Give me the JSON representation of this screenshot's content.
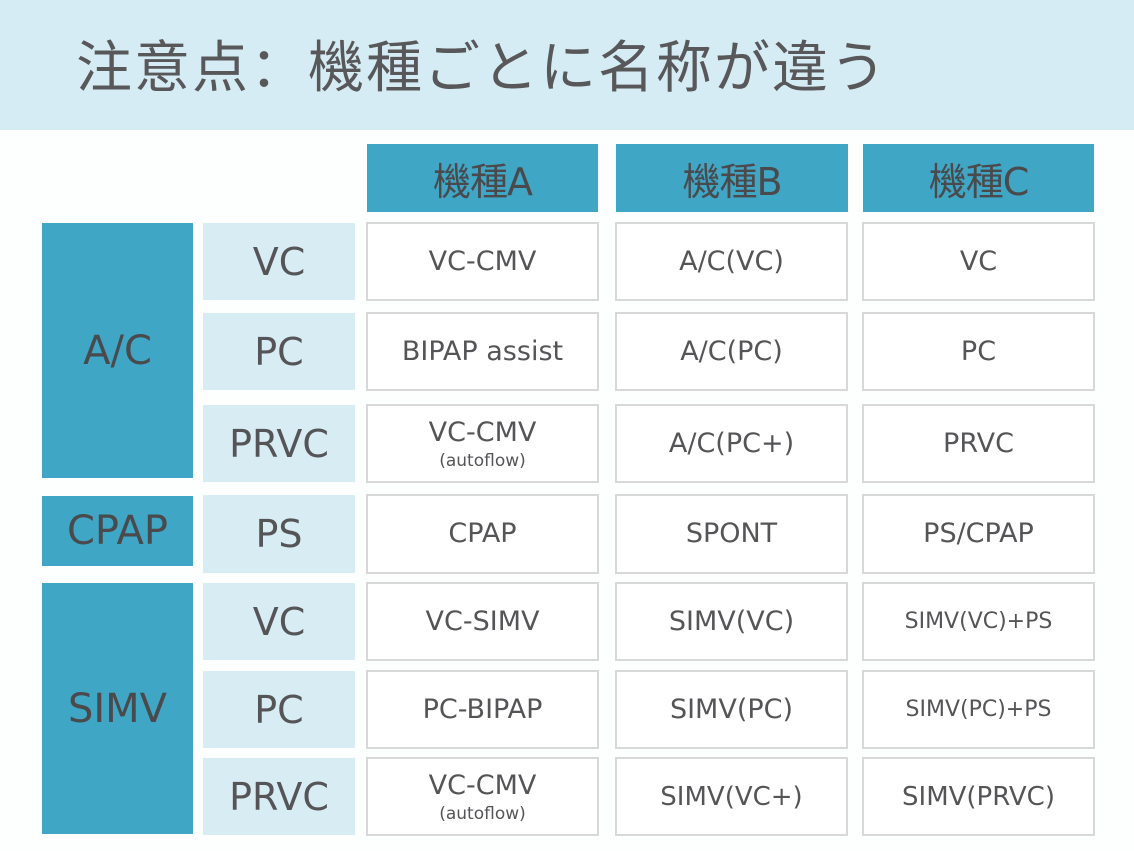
{
  "title": "注意点：機種ごとに名称が違う",
  "columns": [
    {
      "label": "機種A"
    },
    {
      "label": "機種B"
    },
    {
      "label": "機種C"
    }
  ],
  "groups": [
    {
      "label": "A/C"
    },
    {
      "label": "CPAP"
    },
    {
      "label": "SIMV"
    }
  ],
  "rows": [
    {
      "group": "A/C",
      "mode": "VC",
      "cells": [
        {
          "main": "VC-CMV",
          "sub": ""
        },
        {
          "main": "A/C(VC)",
          "sub": ""
        },
        {
          "main": "VC",
          "sub": ""
        }
      ]
    },
    {
      "group": "A/C",
      "mode": "PC",
      "cells": [
        {
          "main": "BIPAP assist",
          "sub": ""
        },
        {
          "main": "A/C(PC)",
          "sub": ""
        },
        {
          "main": "PC",
          "sub": ""
        }
      ]
    },
    {
      "group": "A/C",
      "mode": "PRVC",
      "cells": [
        {
          "main": "VC-CMV",
          "sub": "(autoflow)"
        },
        {
          "main": "A/C(PC+)",
          "sub": ""
        },
        {
          "main": "PRVC",
          "sub": ""
        }
      ]
    },
    {
      "group": "CPAP",
      "mode": "PS",
      "cells": [
        {
          "main": "CPAP",
          "sub": ""
        },
        {
          "main": "SPONT",
          "sub": ""
        },
        {
          "main": "PS/CPAP",
          "sub": ""
        }
      ]
    },
    {
      "group": "SIMV",
      "mode": "VC",
      "cells": [
        {
          "main": "VC-SIMV",
          "sub": ""
        },
        {
          "main": "SIMV(VC)",
          "sub": ""
        },
        {
          "main": "SIMV(VC)+PS",
          "sub": ""
        }
      ]
    },
    {
      "group": "SIMV",
      "mode": "PC",
      "cells": [
        {
          "main": "PC-BIPAP",
          "sub": ""
        },
        {
          "main": "SIMV(PC)",
          "sub": ""
        },
        {
          "main": "SIMV(PC)+PS",
          "sub": ""
        }
      ]
    },
    {
      "group": "SIMV",
      "mode": "PRVC",
      "cells": [
        {
          "main": "VC-CMV",
          "sub": "(autoflow)"
        },
        {
          "main": "SIMV(VC+)",
          "sub": ""
        },
        {
          "main": "SIMV(PRVC)",
          "sub": ""
        }
      ]
    }
  ],
  "colors": {
    "header_band": "#d6ecf4",
    "accent": "#3fa6c6",
    "mode_bg": "#d8ecf4",
    "cell_border": "#d8d8d8",
    "text": "#555558"
  }
}
